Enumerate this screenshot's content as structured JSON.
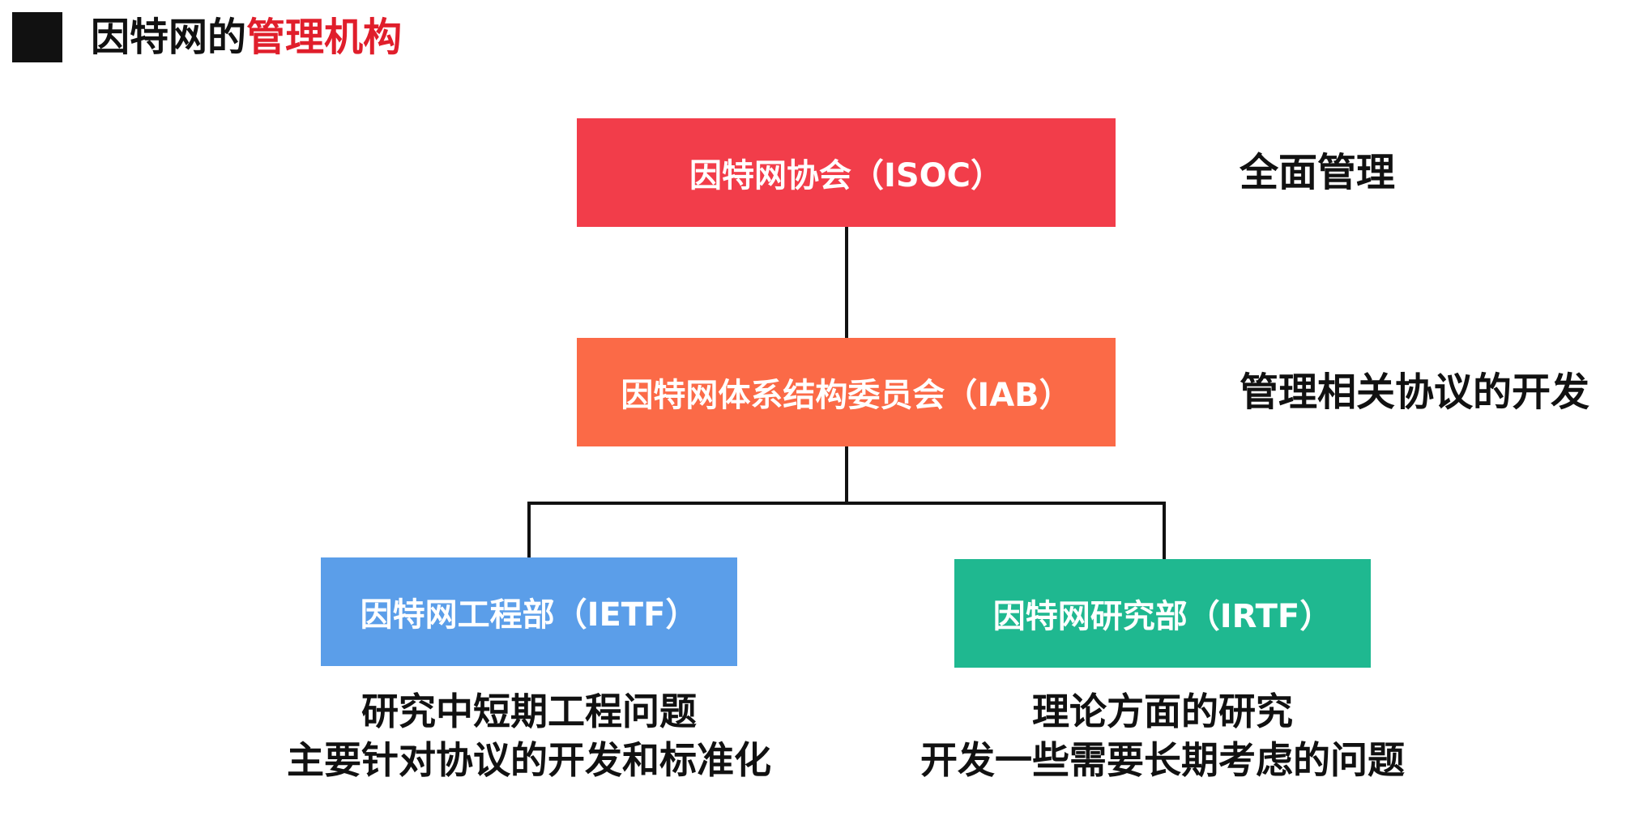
{
  "title": {
    "prefix": "因特网的",
    "highlight": "管理机构"
  },
  "colors": {
    "isoc": "#f23d4a",
    "iab": "#fb6a47",
    "ietf": "#5b9ee9",
    "irtf": "#1fb890",
    "title_accent": "#e01e2b",
    "connector": "#111111"
  },
  "nodes": {
    "isoc": {
      "label": "因特网协会（ISOC）",
      "role": "全面管理"
    },
    "iab": {
      "label": "因特网体系结构委员会（IAB）",
      "role": "管理相关协议的开发"
    },
    "ietf": {
      "label": "因特网工程部（IETF）",
      "desc_line1": "研究中短期工程问题",
      "desc_line2": "主要针对协议的开发和标准化"
    },
    "irtf": {
      "label": "因特网研究部（IRTF）",
      "desc_line1": "理论方面的研究",
      "desc_line2": "开发一些需要长期考虑的问题"
    }
  }
}
